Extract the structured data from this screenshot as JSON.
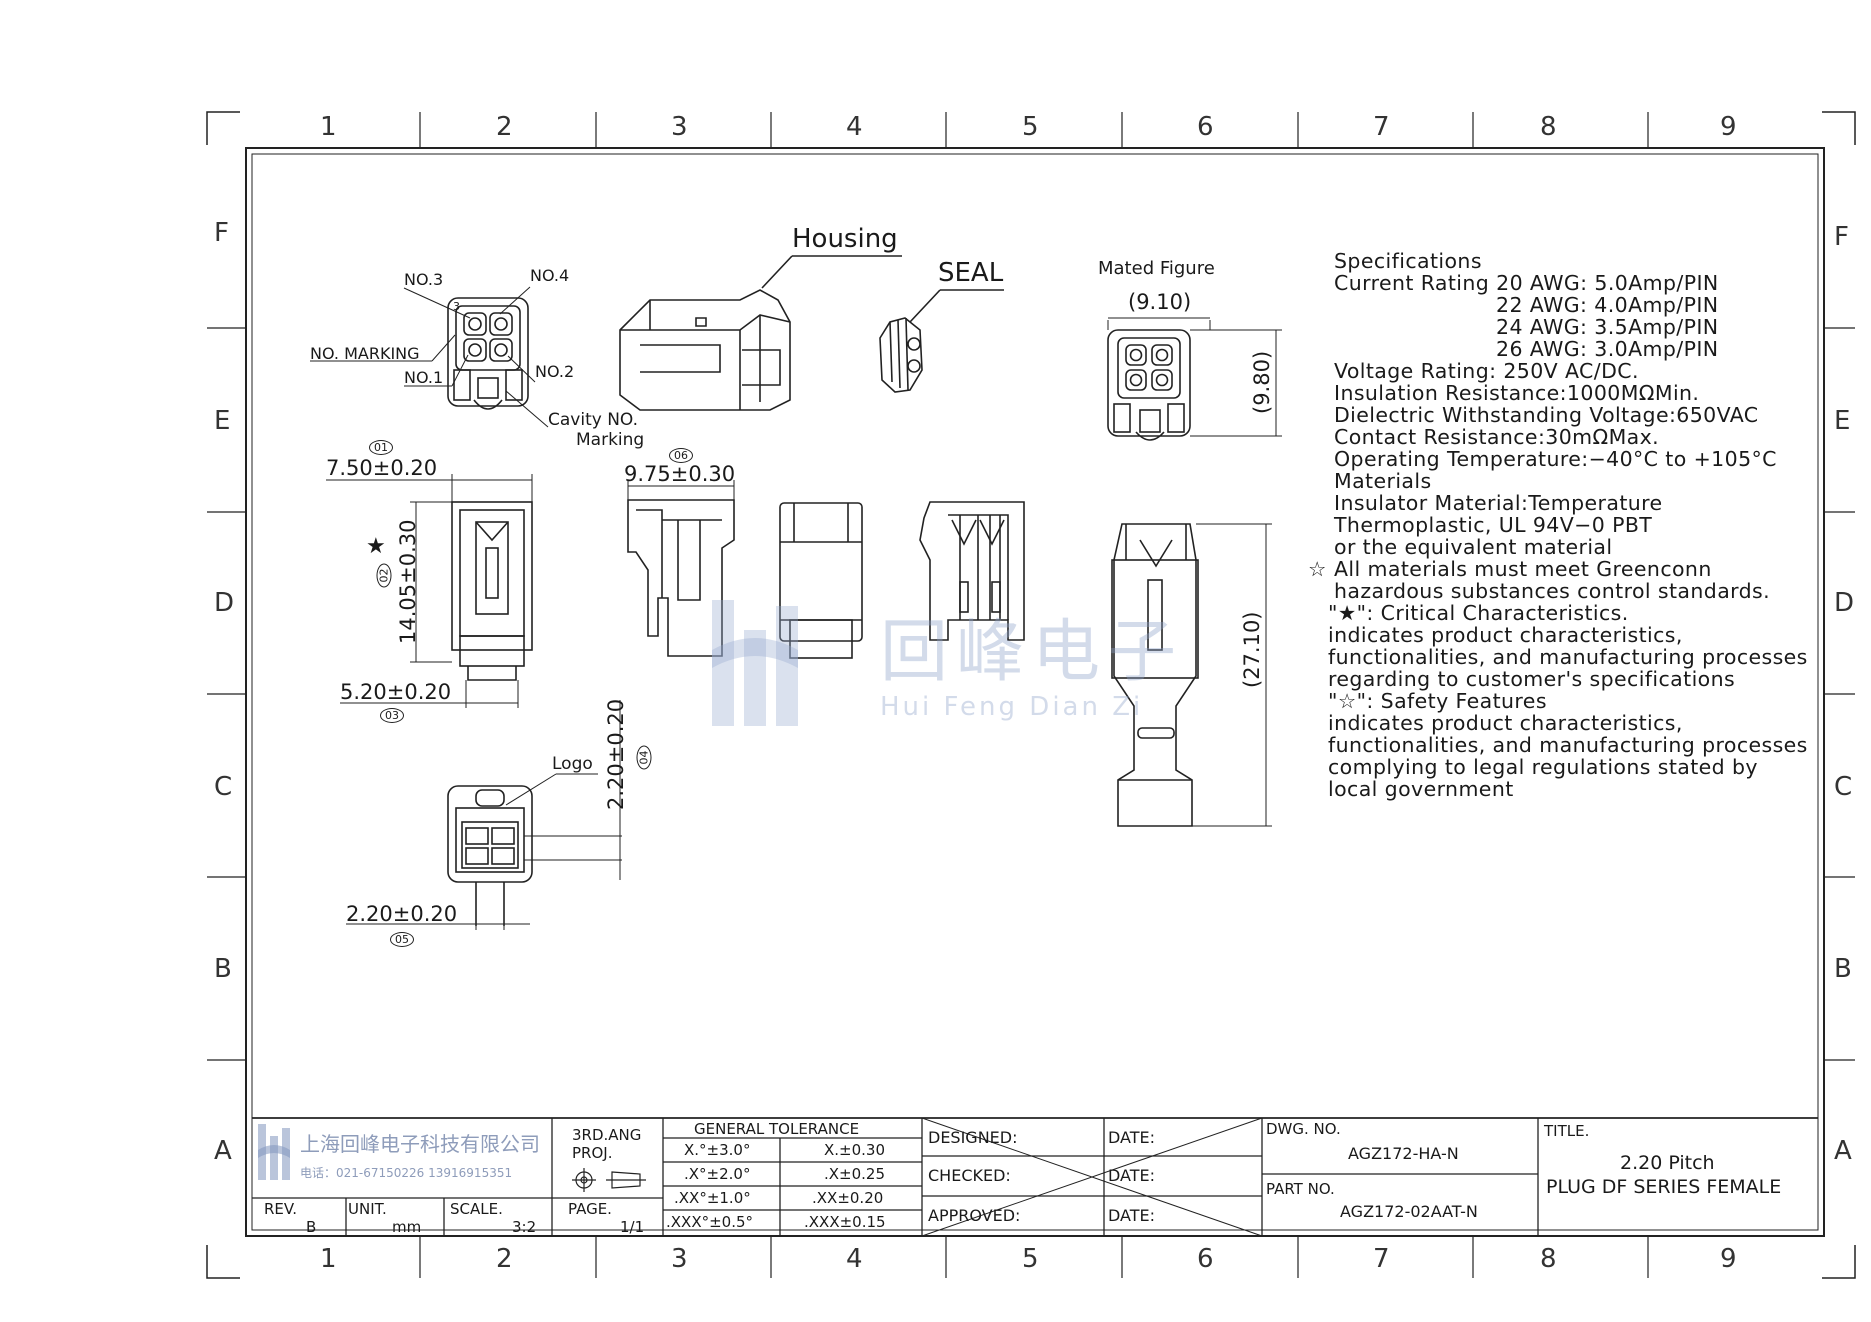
{
  "zones": {
    "columns": [
      "1",
      "2",
      "3",
      "4",
      "5",
      "6",
      "7",
      "8",
      "9"
    ],
    "rows": [
      "F",
      "E",
      "D",
      "C",
      "B",
      "A"
    ]
  },
  "labels": {
    "housing": "Housing",
    "seal": "SEAL",
    "mated_figure": "Mated Figure",
    "no3": "NO.3",
    "no4": "NO.4",
    "no_marking": "NO. MARKING",
    "no1": "NO.1",
    "no2": "NO.2",
    "cavity_no": "Cavity NO.",
    "marking": "Marking",
    "logo": "Logo",
    "pin_3": "3"
  },
  "dimensions": {
    "d01_tag": "01",
    "d01": "7.50±0.20",
    "d02_tag": "02",
    "d02": "14.05±0.30",
    "d03_tag": "03",
    "d03": "5.20±0.20",
    "d04_tag": "04",
    "d04": "2.20±0.20",
    "d05_tag": "05",
    "d05": "2.20±0.20",
    "d06_tag": "06",
    "d06": "9.75±0.30",
    "mated_w": "(9.10)",
    "mated_h": "(9.80)",
    "side_h": "(27.10)"
  },
  "specifications": {
    "lines": [
      "Specifications",
      "Current Rating 20 AWG: 5.0Amp/PIN",
      "                      22 AWG: 4.0Amp/PIN",
      "                      24 AWG: 3.5Amp/PIN",
      "                      26 AWG: 3.0Amp/PIN",
      "Voltage Rating: 250V AC/DC.",
      "Insulation Resistance:1000MΩMin.",
      "Dielectric Withstanding Voltage:650VAC",
      "Contact Resistance:30mΩMax.",
      "Operating Temperature:−40°C to +105°C",
      "Materials",
      "Insulator Material:Temperature",
      "Thermoplastic, UL 94V−0 PBT",
      "or the equivalent material",
      "All materials must meet Greenconn",
      "hazardous substances control standards.",
      "\"★\": Critical Characteristics.",
      "indicates product characteristics,",
      "functionalities, and manufacturing processes",
      "regarding to customer's specifications",
      "\"☆\": Safety Features",
      "indicates product characteristics,",
      "functionalities, and manufacturing processes",
      "complying to legal regulations stated by",
      "local government"
    ],
    "critical_symbol": "★",
    "safety_symbol": "☆"
  },
  "watermark": {
    "cn": "回峰电子",
    "en": "Hui Feng Dian Zi"
  },
  "title_block": {
    "company_cn": "上海回峰电子科技有限公司",
    "company_phone": "电话：021-67150226  13916915351",
    "rev_label": "REV.",
    "rev": "B",
    "unit_label": "UNIT.",
    "unit": "mm",
    "scale_label": "SCALE.",
    "scale": "3:2",
    "proj_label": "3RD.ANG PROJ.",
    "page_label": "PAGE.",
    "page": "1/1",
    "tolerance_header": "GENERAL TOLERANCE",
    "tolerances": [
      [
        "X.°±3.0°",
        "X.±0.30"
      ],
      [
        ".X°±2.0°",
        ".X±0.25"
      ],
      [
        ".XX°±1.0°",
        ".XX±0.20"
      ],
      [
        ".XXX°±0.5°",
        ".XXX±0.15"
      ]
    ],
    "designed_label": "DESIGNED:",
    "checked_label": "CHECKED:",
    "approved_label": "APPROVED:",
    "date_label": "DATE:",
    "dwg_no_label": "DWG. NO.",
    "dwg_no": "AGZ172-HA-N",
    "part_no_label": "PART NO.",
    "part_no": "AGZ172-02AAT-N",
    "title_label": "TITLE.",
    "title_line1": "2.20 Pitch",
    "title_line2": "PLUG DF SERIES FEMALE"
  }
}
